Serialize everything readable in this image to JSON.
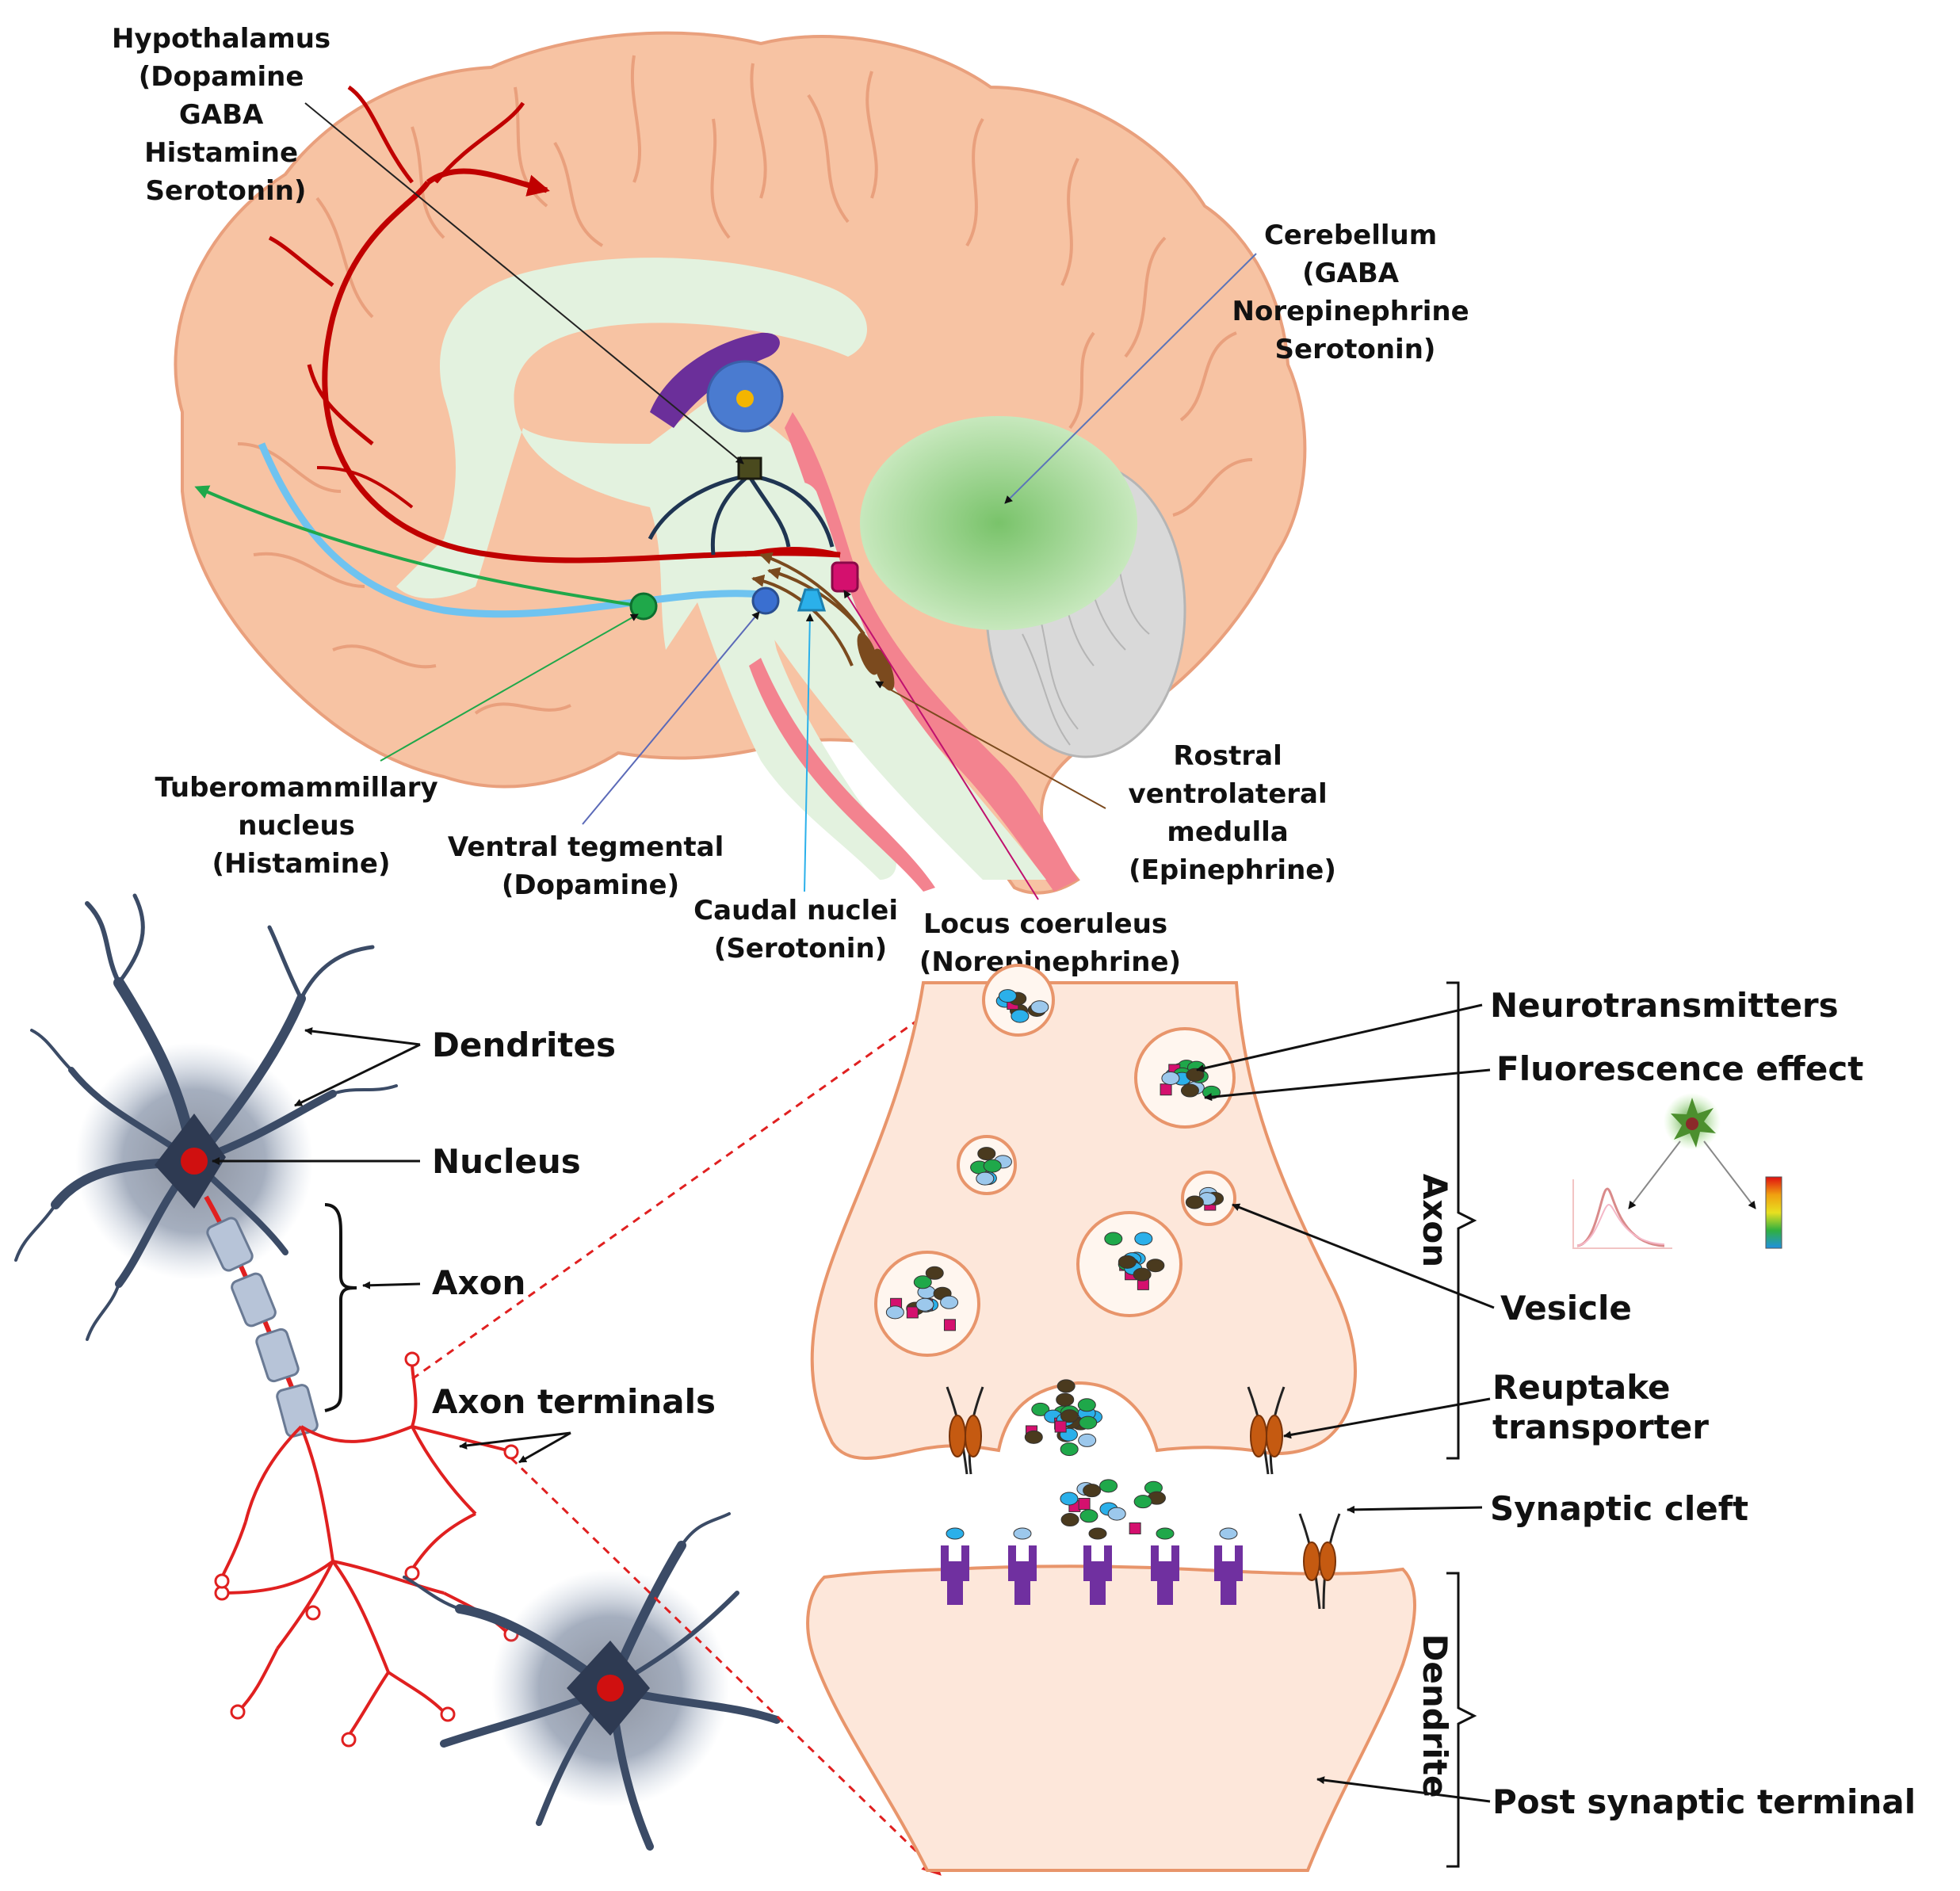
{
  "brain_regions": {
    "hypothalamus": [
      "Hypothalamus",
      "(Dopamine",
      "GABA",
      "Histamine",
      "Serotonin)"
    ],
    "cerebellum": [
      "Cerebellum",
      "(GABA",
      "Norepinephrine",
      "Serotonin)"
    ],
    "tuberomammillary": [
      "Tuberomammillary",
      "nucleus",
      "(Histamine)"
    ],
    "ventral_tegmental": [
      "Ventral tegmental",
      "(Dopamine)"
    ],
    "caudal_nuclei": [
      "Caudal nuclei",
      "(Serotonin)"
    ],
    "locus_coeruleus": [
      "Locus coeruleus",
      "(Norepinephrine)"
    ],
    "rostral_medulla": [
      "Rostral",
      "ventrolateral",
      "medulla",
      "(Epinephrine)"
    ]
  },
  "neuron_labels": {
    "dendrites": "Dendrites",
    "nucleus": "Nucleus",
    "axon": "Axon",
    "axon_terminals": "Axon terminals"
  },
  "synapse_labels": {
    "neurotransmitters": "Neurotransmitters",
    "fluorescence": "Fluorescence effect",
    "axon_side": "Axon",
    "vesicle": "Vesicle",
    "reuptake": [
      "Reuptake",
      "transporter"
    ],
    "cleft": "Synaptic cleft",
    "dendrite_side": "Dendrite",
    "post_synaptic": "Post synaptic terminal"
  },
  "colors": {
    "brain": "#f7c3a3",
    "brain_edge": "#e9a07d",
    "inner": "#e3f2df",
    "cerebellum": "#9fd38f",
    "brainstem_red": "#f3838f",
    "dopamine_path": "#c00000",
    "serotonin_path": "#6fc3f0",
    "histamine_path": "#1fa84a",
    "neuron": "#3b4b66",
    "synapse_fill": "#fde7da",
    "synapse_edge": "#e8956b",
    "receptor": "#7030a0",
    "transporter": "#c55a11"
  }
}
